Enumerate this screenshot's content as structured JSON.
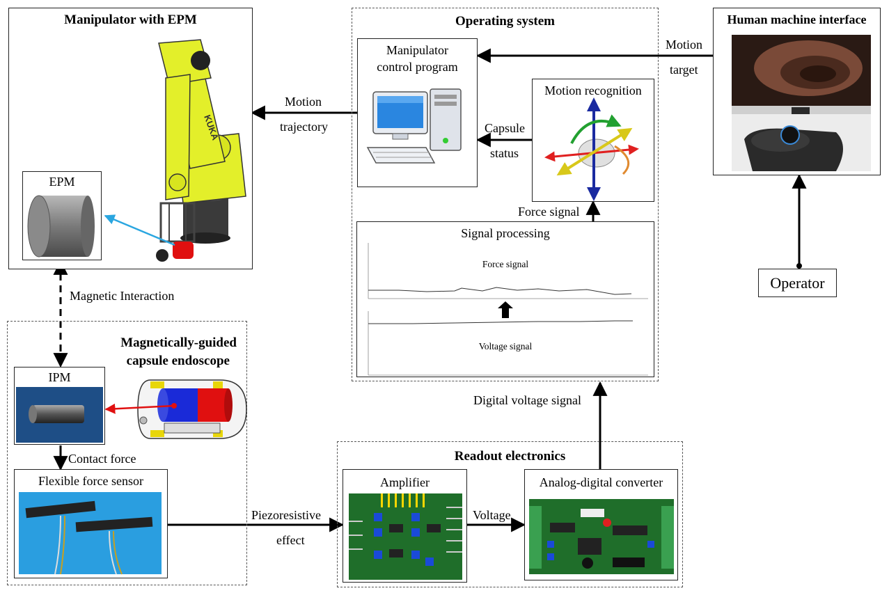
{
  "manipulator": {
    "title": "Manipulator with EPM",
    "robot_brand": "KUKA",
    "epm_label": "EPM"
  },
  "operating_system": {
    "title": "Operating system",
    "control_program_line1": "Manipulator",
    "control_program_line2": "control program",
    "motion_recognition": "Motion recognition",
    "signal_processing": "Signal processing",
    "force_signal_chart_label": "Force signal",
    "voltage_signal_chart_label": "Voltage signal"
  },
  "hmi": {
    "title": "Human machine interface",
    "operator": "Operator"
  },
  "capsule": {
    "title_line1": "Magnetically-guided",
    "title_line2": "capsule endoscope",
    "ipm_label": "IPM",
    "sensor_label": "Flexible force sensor"
  },
  "readout": {
    "title": "Readout electronics",
    "amplifier": "Amplifier",
    "adc": "Analog-digital converter"
  },
  "arrows": {
    "motion_target_1": "Motion",
    "motion_target_2": "target",
    "motion_trajectory_1": "Motion",
    "motion_trajectory_2": "trajectory",
    "capsule_status_1": "Capsule",
    "capsule_status_2": "status",
    "force_signal": "Force signal",
    "magnetic_interaction": "Magnetic Interaction",
    "contact_force": "Contact force",
    "piezoresistive_1": "Piezoresistive",
    "piezoresistive_2": "effect",
    "voltage": "Voltage",
    "digital_voltage": "Digital voltage signal"
  },
  "colors": {
    "robot_yellow": "#e3ef2a",
    "robot_dark": "#3a3a3a",
    "magnet_red": "#e01010",
    "magnet_blue": "#1a2ad8",
    "epm_arrow": "#2aa6e0",
    "ipm_arrow": "#e01010",
    "pcb_green": "#1f6e2a",
    "sensor_blue": "#2a9ee0"
  }
}
